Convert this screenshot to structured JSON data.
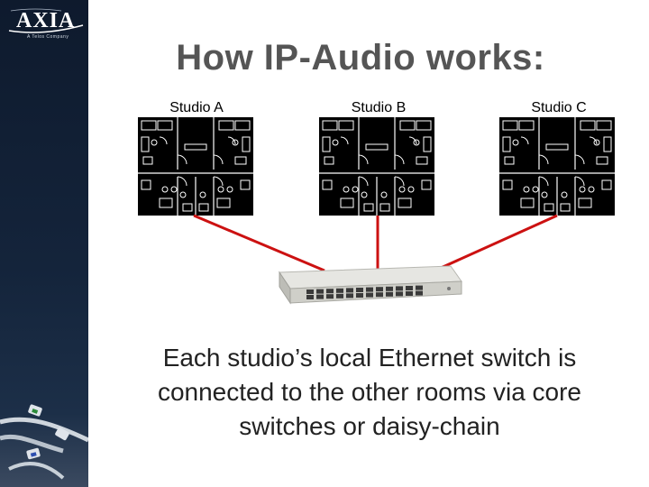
{
  "logo": {
    "text": "AXIA",
    "subtext": "A Telos Company"
  },
  "title": "How IP-Audio works:",
  "studios": [
    {
      "label": "Studio A"
    },
    {
      "label": "Studio B"
    },
    {
      "label": "Studio C"
    }
  ],
  "caption": {
    "line1": "Each studio’s local Ethernet switch is",
    "line2": "connected to the other rooms via core",
    "line3": "switches or daisy-chain"
  },
  "colors": {
    "link": "#cc1111",
    "sidebar": "#14243b",
    "title": "#555555"
  }
}
